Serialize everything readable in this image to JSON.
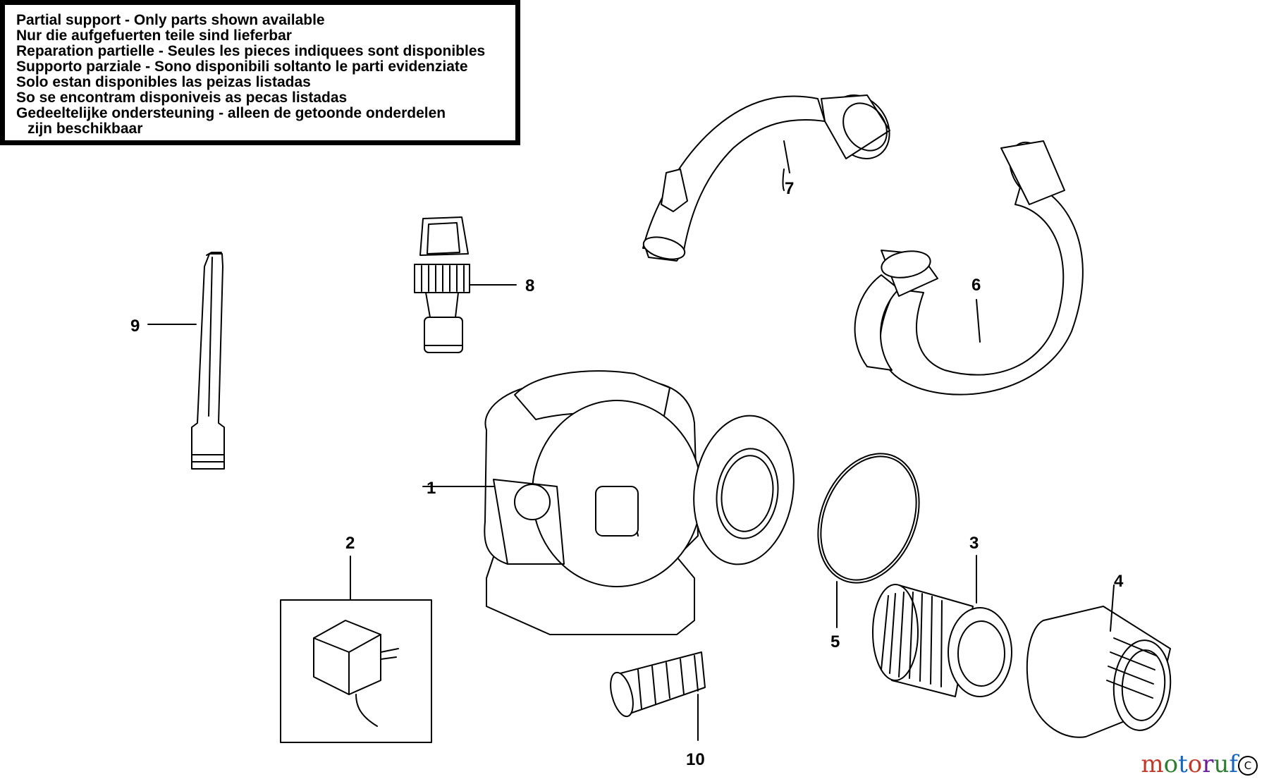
{
  "notice": {
    "lines": [
      "Partial support - Only parts shown available",
      "Nur die aufgefuerten teile sind lieferbar",
      "Reparation partielle - Seules les pieces indiquees sont disponibles",
      "Supporto parziale - Sono disponibili soltanto le parti evidenziate",
      "Solo estan disponibles las peizas listadas",
      "So se encontram disponiveis as pecas listadas",
      "Gedeeltelijke ondersteuning - alleen de getoonde onderdelen",
      "zijn beschikbaar"
    ]
  },
  "parts": {
    "p1": "1",
    "p2": "2",
    "p3": "3",
    "p4": "4",
    "p5": "5",
    "p6": "6",
    "p7": "7",
    "p8": "8",
    "p9": "9",
    "p10": "10"
  },
  "watermark": {
    "letters": [
      "m",
      "o",
      "t",
      "o",
      "r",
      "u",
      "f"
    ],
    "colors": [
      "#c0392b",
      "#2e7d32",
      "#1565c0",
      "#c0392b",
      "#6a1b9a",
      "#2e7d32",
      "#1565c0"
    ],
    "copyright_symbol": "C"
  }
}
